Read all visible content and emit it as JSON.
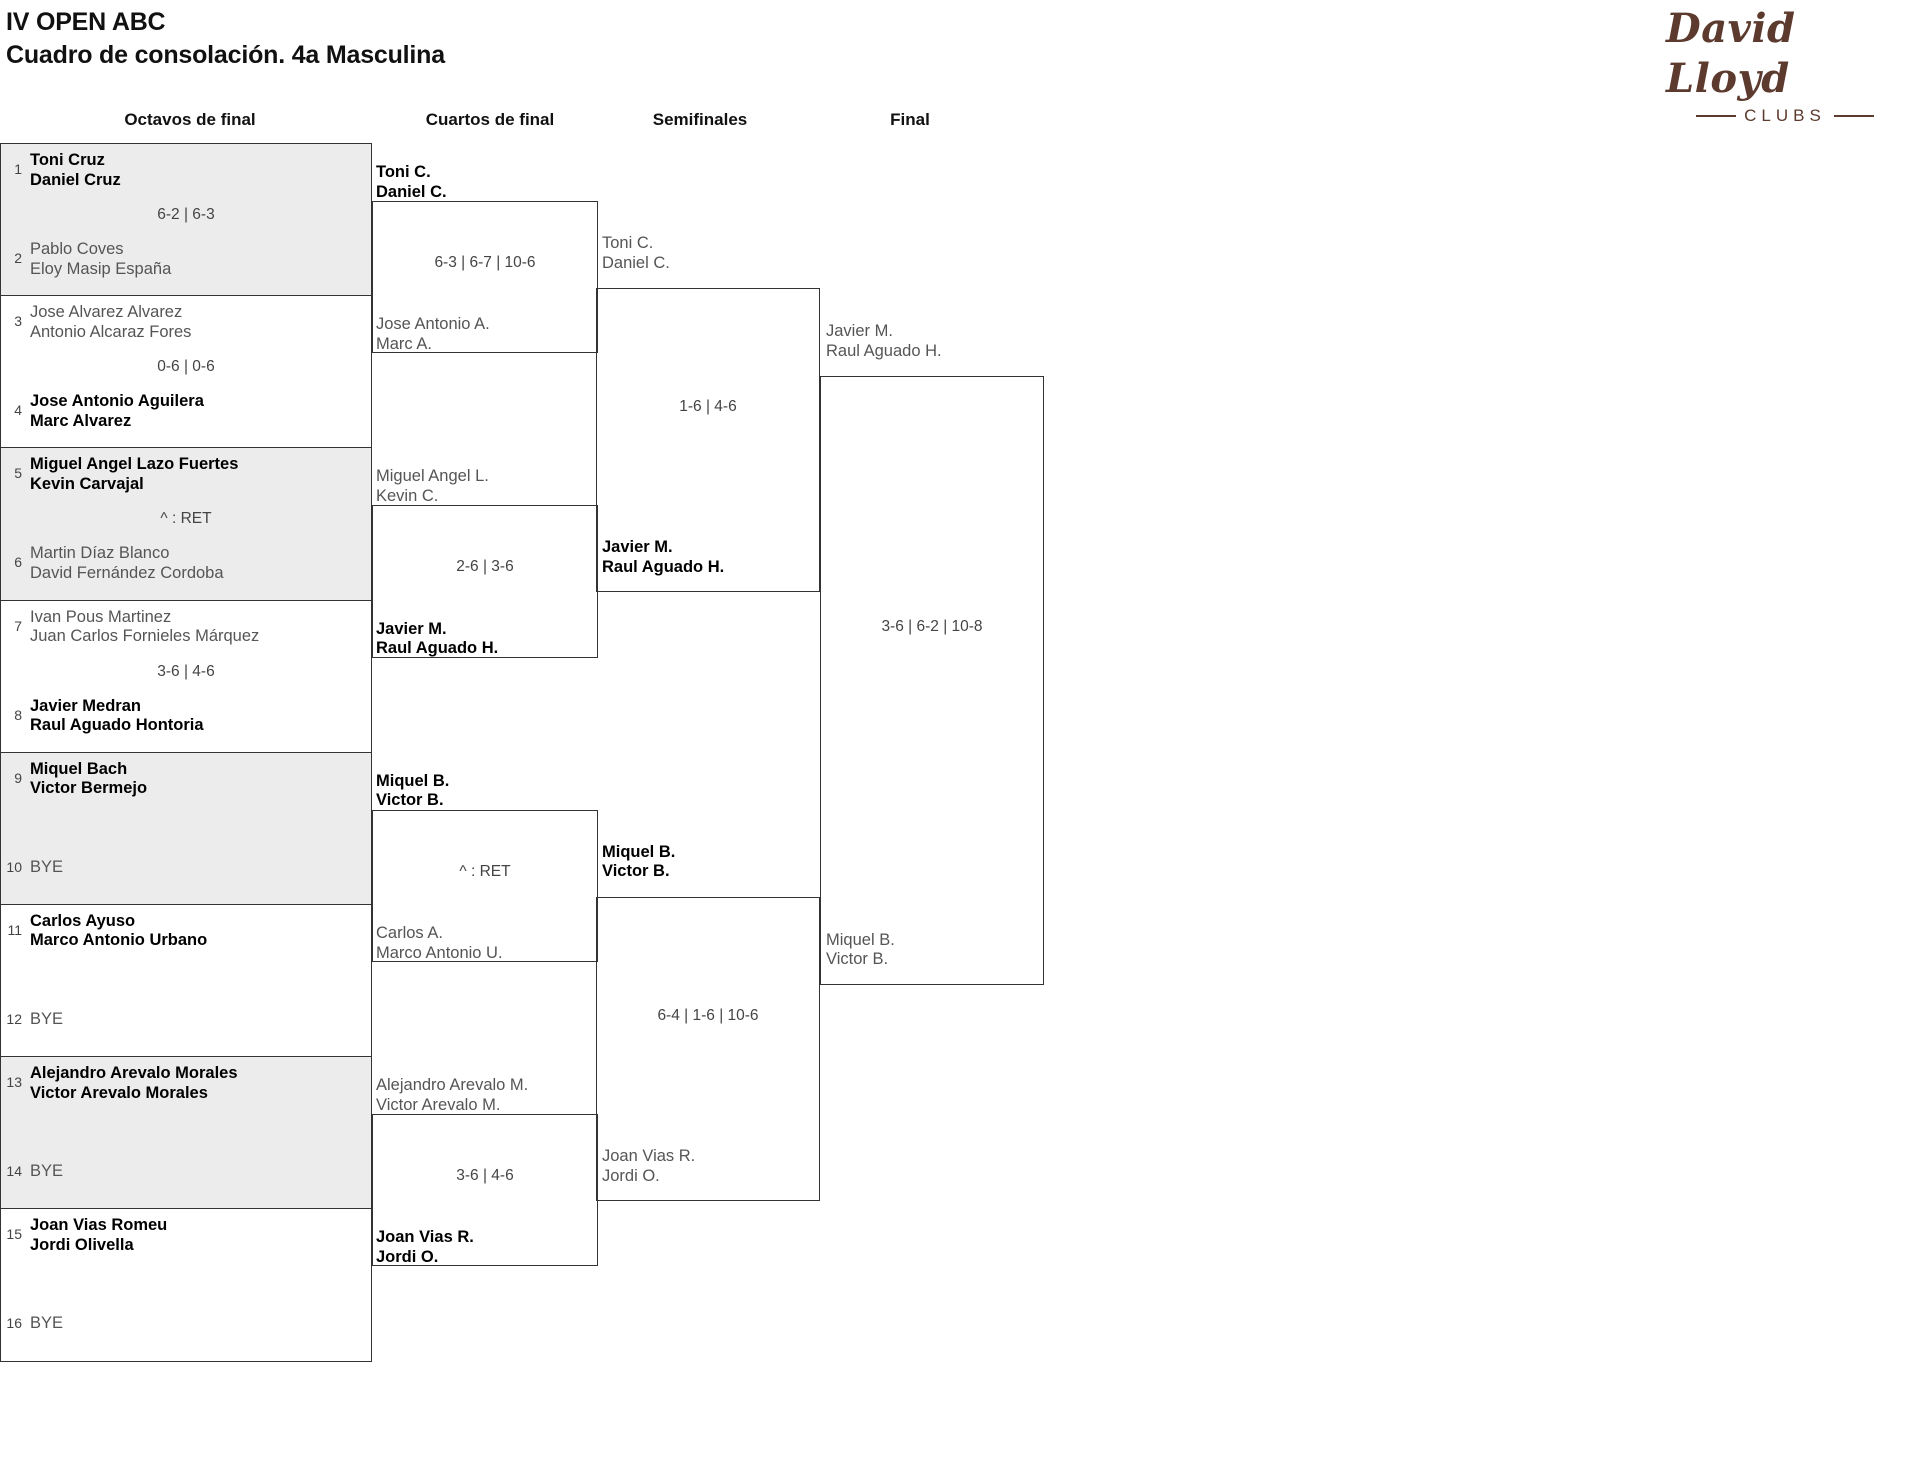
{
  "header": {
    "title_line1": "IV OPEN ABC",
    "title_line2": "Cuadro de consolación. 4a Masculina",
    "logo": {
      "script": "David Lloyd",
      "subtitle": "CLUBS",
      "color": "#5c3a2e"
    }
  },
  "rounds": [
    {
      "id": "octavos",
      "label": "Octavos de final"
    },
    {
      "id": "cuartos",
      "label": "Cuartos de final"
    },
    {
      "id": "semis",
      "label": "Semifinales"
    },
    {
      "id": "final",
      "label": "Final"
    }
  ],
  "round1": {
    "pairs": [
      {
        "shaded": true,
        "score": "6-2 | 6-3",
        "top": {
          "seed": "1",
          "p1": "Toni Cruz",
          "p2": "Daniel Cruz",
          "winner": true
        },
        "bot": {
          "seed": "2",
          "p1": "Pablo Coves",
          "p2": "Eloy Masip España",
          "winner": false
        }
      },
      {
        "shaded": false,
        "score": "0-6 | 0-6",
        "top": {
          "seed": "3",
          "p1": "Jose Alvarez Alvarez",
          "p2": "Antonio Alcaraz Fores",
          "winner": false
        },
        "bot": {
          "seed": "4",
          "p1": "Jose Antonio Aguilera",
          "p2": "Marc Alvarez",
          "winner": true
        }
      },
      {
        "shaded": true,
        "score": "^ : RET",
        "top": {
          "seed": "5",
          "p1": "Miguel Angel Lazo Fuertes",
          "p2": "Kevin Carvajal",
          "winner": true
        },
        "bot": {
          "seed": "6",
          "p1": "Martin Díaz Blanco",
          "p2": "David Fernández Cordoba",
          "winner": false
        }
      },
      {
        "shaded": false,
        "score": "3-6 | 4-6",
        "top": {
          "seed": "7",
          "p1": "Ivan Pous Martinez",
          "p2": "Juan Carlos Fornieles Márquez",
          "winner": false
        },
        "bot": {
          "seed": "8",
          "p1": "Javier Medran",
          "p2": "Raul Aguado Hontoria",
          "winner": true
        }
      },
      {
        "shaded": true,
        "score": "",
        "top": {
          "seed": "9",
          "p1": "Miquel Bach",
          "p2": "Victor Bermejo",
          "winner": true
        },
        "bot": {
          "seed": "10",
          "bye": "BYE"
        }
      },
      {
        "shaded": false,
        "score": "",
        "top": {
          "seed": "11",
          "p1": "Carlos Ayuso",
          "p2": "Marco Antonio Urbano",
          "winner": true
        },
        "bot": {
          "seed": "12",
          "bye": "BYE"
        }
      },
      {
        "shaded": true,
        "score": "",
        "top": {
          "seed": "13",
          "p1": "Alejandro Arevalo Morales",
          "p2": "Victor Arevalo Morales",
          "winner": true
        },
        "bot": {
          "seed": "14",
          "bye": "BYE"
        }
      },
      {
        "shaded": false,
        "score": "",
        "top": {
          "seed": "15",
          "p1": "Joan Vias Romeu",
          "p2": "Jordi Olivella",
          "winner": true
        },
        "bot": {
          "seed": "16",
          "bye": "BYE"
        }
      }
    ]
  },
  "round2": {
    "entries": [
      {
        "p1": "Toni C.",
        "p2": "Daniel C.",
        "winner": true
      },
      {
        "p1": "Jose Antonio A.",
        "p2": "Marc A.",
        "winner": false
      },
      {
        "p1": "Miguel Angel L.",
        "p2": "Kevin C.",
        "winner": false
      },
      {
        "p1": "Javier M.",
        "p2": "Raul Aguado H.",
        "winner": true
      },
      {
        "p1": "Miquel B.",
        "p2": "Victor B.",
        "winner": true
      },
      {
        "p1": "Carlos A.",
        "p2": "Marco Antonio U.",
        "winner": false
      },
      {
        "p1": "Alejandro Arevalo M.",
        "p2": "Victor Arevalo M.",
        "winner": false
      },
      {
        "p1": "Joan Vias R.",
        "p2": "Jordi O.",
        "winner": true
      }
    ],
    "scores": [
      "6-3 | 6-7 | 10-6",
      "2-6 | 3-6",
      "^ : RET",
      "3-6 | 4-6"
    ]
  },
  "round3": {
    "entries": [
      {
        "p1": "Toni C.",
        "p2": "Daniel C.",
        "winner": false
      },
      {
        "p1": "Javier M.",
        "p2": "Raul Aguado H.",
        "winner": true
      },
      {
        "p1": "Miquel B.",
        "p2": "Victor B.",
        "winner": true
      },
      {
        "p1": "Joan Vias R.",
        "p2": "Jordi O.",
        "winner": false
      }
    ],
    "scores": [
      "1-6 | 4-6",
      "6-4 | 1-6 | 10-6"
    ]
  },
  "round4": {
    "entries": [
      {
        "p1": "Javier M.",
        "p2": "Raul Aguado H.",
        "winner": false
      },
      {
        "p1": "Miquel B.",
        "p2": "Victor B.",
        "winner": false
      }
    ],
    "scores": [
      "3-6 | 6-2 | 10-8"
    ]
  }
}
